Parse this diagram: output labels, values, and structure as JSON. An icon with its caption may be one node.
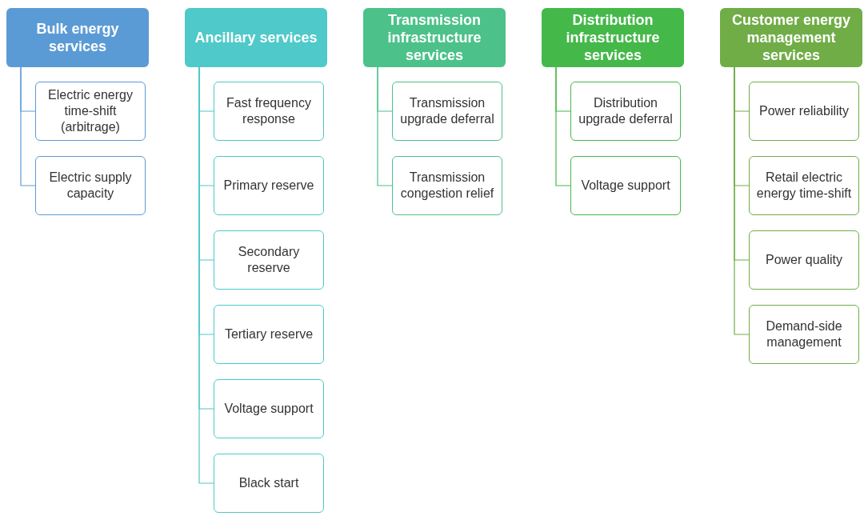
{
  "diagram": {
    "nodes": [
      {
        "text": [
          "Bulk energy services"
        ]
      },
      {
        "text": [
          "Electric energy time-shift (arbitrage)"
        ]
      },
      {
        "text": [
          "Electric supply capacity"
        ]
      },
      {
        "text": [
          "Ancillary services"
        ]
      },
      {
        "text": [
          "Fast frequency response"
        ]
      },
      {
        "text": [
          "Primary reserve"
        ]
      },
      {
        "text": [
          "Secondary reserve"
        ]
      },
      {
        "text": [
          "Tertiary reserve"
        ]
      },
      {
        "text": [
          "Voltage support"
        ]
      },
      {
        "text": [
          "Black start"
        ]
      },
      {
        "text": [
          "Transmission infrastructure services"
        ]
      },
      {
        "text": [
          "Transmission upgrade deferral"
        ]
      },
      {
        "text": [
          "Transmission congestion relief"
        ]
      },
      {
        "text": [
          "Distribution infrastructure services"
        ]
      },
      {
        "text": [
          "Distribution upgrade deferral"
        ]
      },
      {
        "text": [
          "Voltage support"
        ]
      },
      {
        "text": [
          "Customer energy management services"
        ]
      },
      {
        "text": [
          "Power reliability"
        ]
      },
      {
        "text": [
          "Retail electric energy time-shift"
        ]
      },
      {
        "text": [
          "Power quality"
        ]
      },
      {
        "text": [
          "Demand-side management"
        ]
      }
    ],
    "edges": [
      {
        "from": 0,
        "to": 1,
        "arrow": "none",
        "color": "#5b9bd5"
      },
      {
        "from": 0,
        "to": 2,
        "arrow": "none",
        "color": "#5b9bd5"
      },
      {
        "from": 3,
        "to": 4,
        "arrow": "none",
        "color": "#4fc9c9"
      },
      {
        "from": 3,
        "to": 5,
        "arrow": "none",
        "color": "#4fc9c9"
      },
      {
        "from": 3,
        "to": 6,
        "arrow": "none",
        "color": "#4fc9c9"
      },
      {
        "from": 3,
        "to": 7,
        "arrow": "none",
        "color": "#4fc9c9"
      },
      {
        "from": 3,
        "to": 8,
        "arrow": "none",
        "color": "#4fc9c9"
      },
      {
        "from": 3,
        "to": 9,
        "arrow": "none",
        "color": "#4fc9c9"
      },
      {
        "from": 10,
        "to": 11,
        "arrow": "none",
        "color": "#4cc28a"
      },
      {
        "from": 10,
        "to": 12,
        "arrow": "none",
        "color": "#4cc28a"
      },
      {
        "from": 13,
        "to": 14,
        "arrow": "none",
        "color": "#45b84a"
      },
      {
        "from": 13,
        "to": 15,
        "arrow": "none",
        "color": "#45b84a"
      },
      {
        "from": 16,
        "to": 17,
        "arrow": "none",
        "color": "#70ad47"
      },
      {
        "from": 16,
        "to": 18,
        "arrow": "none",
        "color": "#70ad47"
      },
      {
        "from": 16,
        "to": 19,
        "arrow": "none",
        "color": "#70ad47"
      },
      {
        "from": 16,
        "to": 20,
        "arrow": "none",
        "color": "#70ad47"
      }
    ]
  }
}
